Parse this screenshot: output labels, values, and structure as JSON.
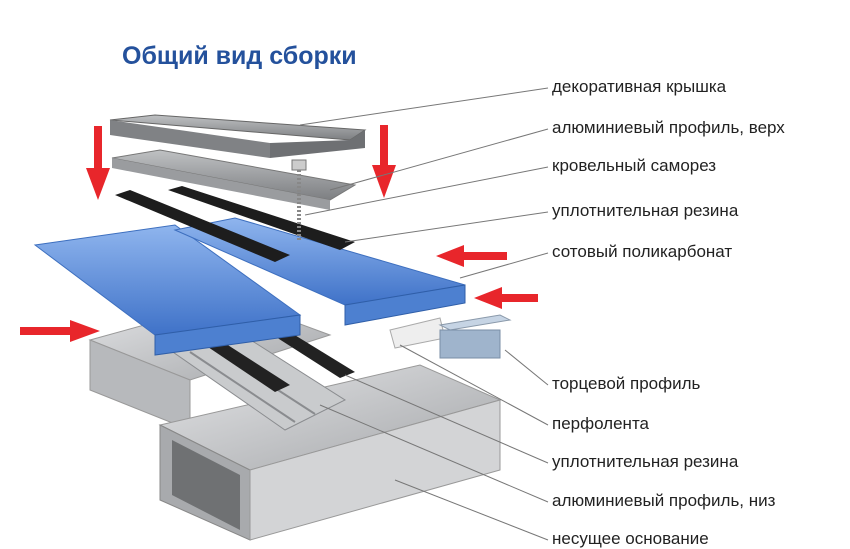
{
  "title": "Общий вид сборки",
  "labels": [
    "декоративная крышка",
    "алюминиевый профиль, верх",
    "кровельный саморез",
    "уплотнительная резина",
    "сотовый поликарбонат",
    "торцевой профиль",
    "перфолента",
    "уплотнительная резина",
    "алюминиевый профиль, низ",
    "несущее основание"
  ],
  "colors": {
    "title": "#24519c",
    "arrow": "#e8262b",
    "polycarbonate": "#5d8fd8",
    "metal": "#8a8c8f",
    "rubber": "#222222"
  }
}
